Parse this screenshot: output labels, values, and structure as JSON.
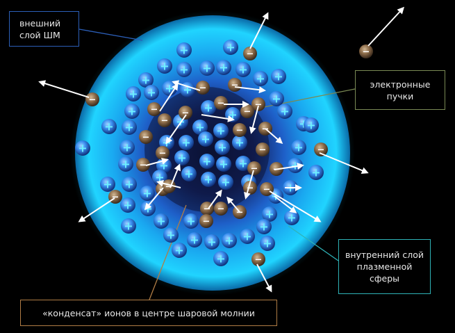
{
  "labels": {
    "outer_layer": [
      "внешний",
      "слой  ШМ"
    ],
    "electron_beams": [
      "электронные",
      "пучки"
    ],
    "inner_layer": [
      "внутренний слой",
      "плазменной",
      "сферы"
    ],
    "condensate": "«конденсат» ионов в центре шаровой молнии"
  },
  "particle_symbols": {
    "positive": "+",
    "negative": "−"
  },
  "colors": {
    "background": "#000000",
    "sphere_outer": "#1fd0ff",
    "sphere_mid": "#1e90e8",
    "core": "#1a2f6a",
    "positive_ion": "#3fa0ff",
    "electron": "#8a6a4a",
    "arrows": "#ffffff",
    "box_outer": "#2c5fb8",
    "box_beams": "#7a8a55",
    "box_inner": "#2fb3b8",
    "box_condensate": "#b07d45"
  }
}
